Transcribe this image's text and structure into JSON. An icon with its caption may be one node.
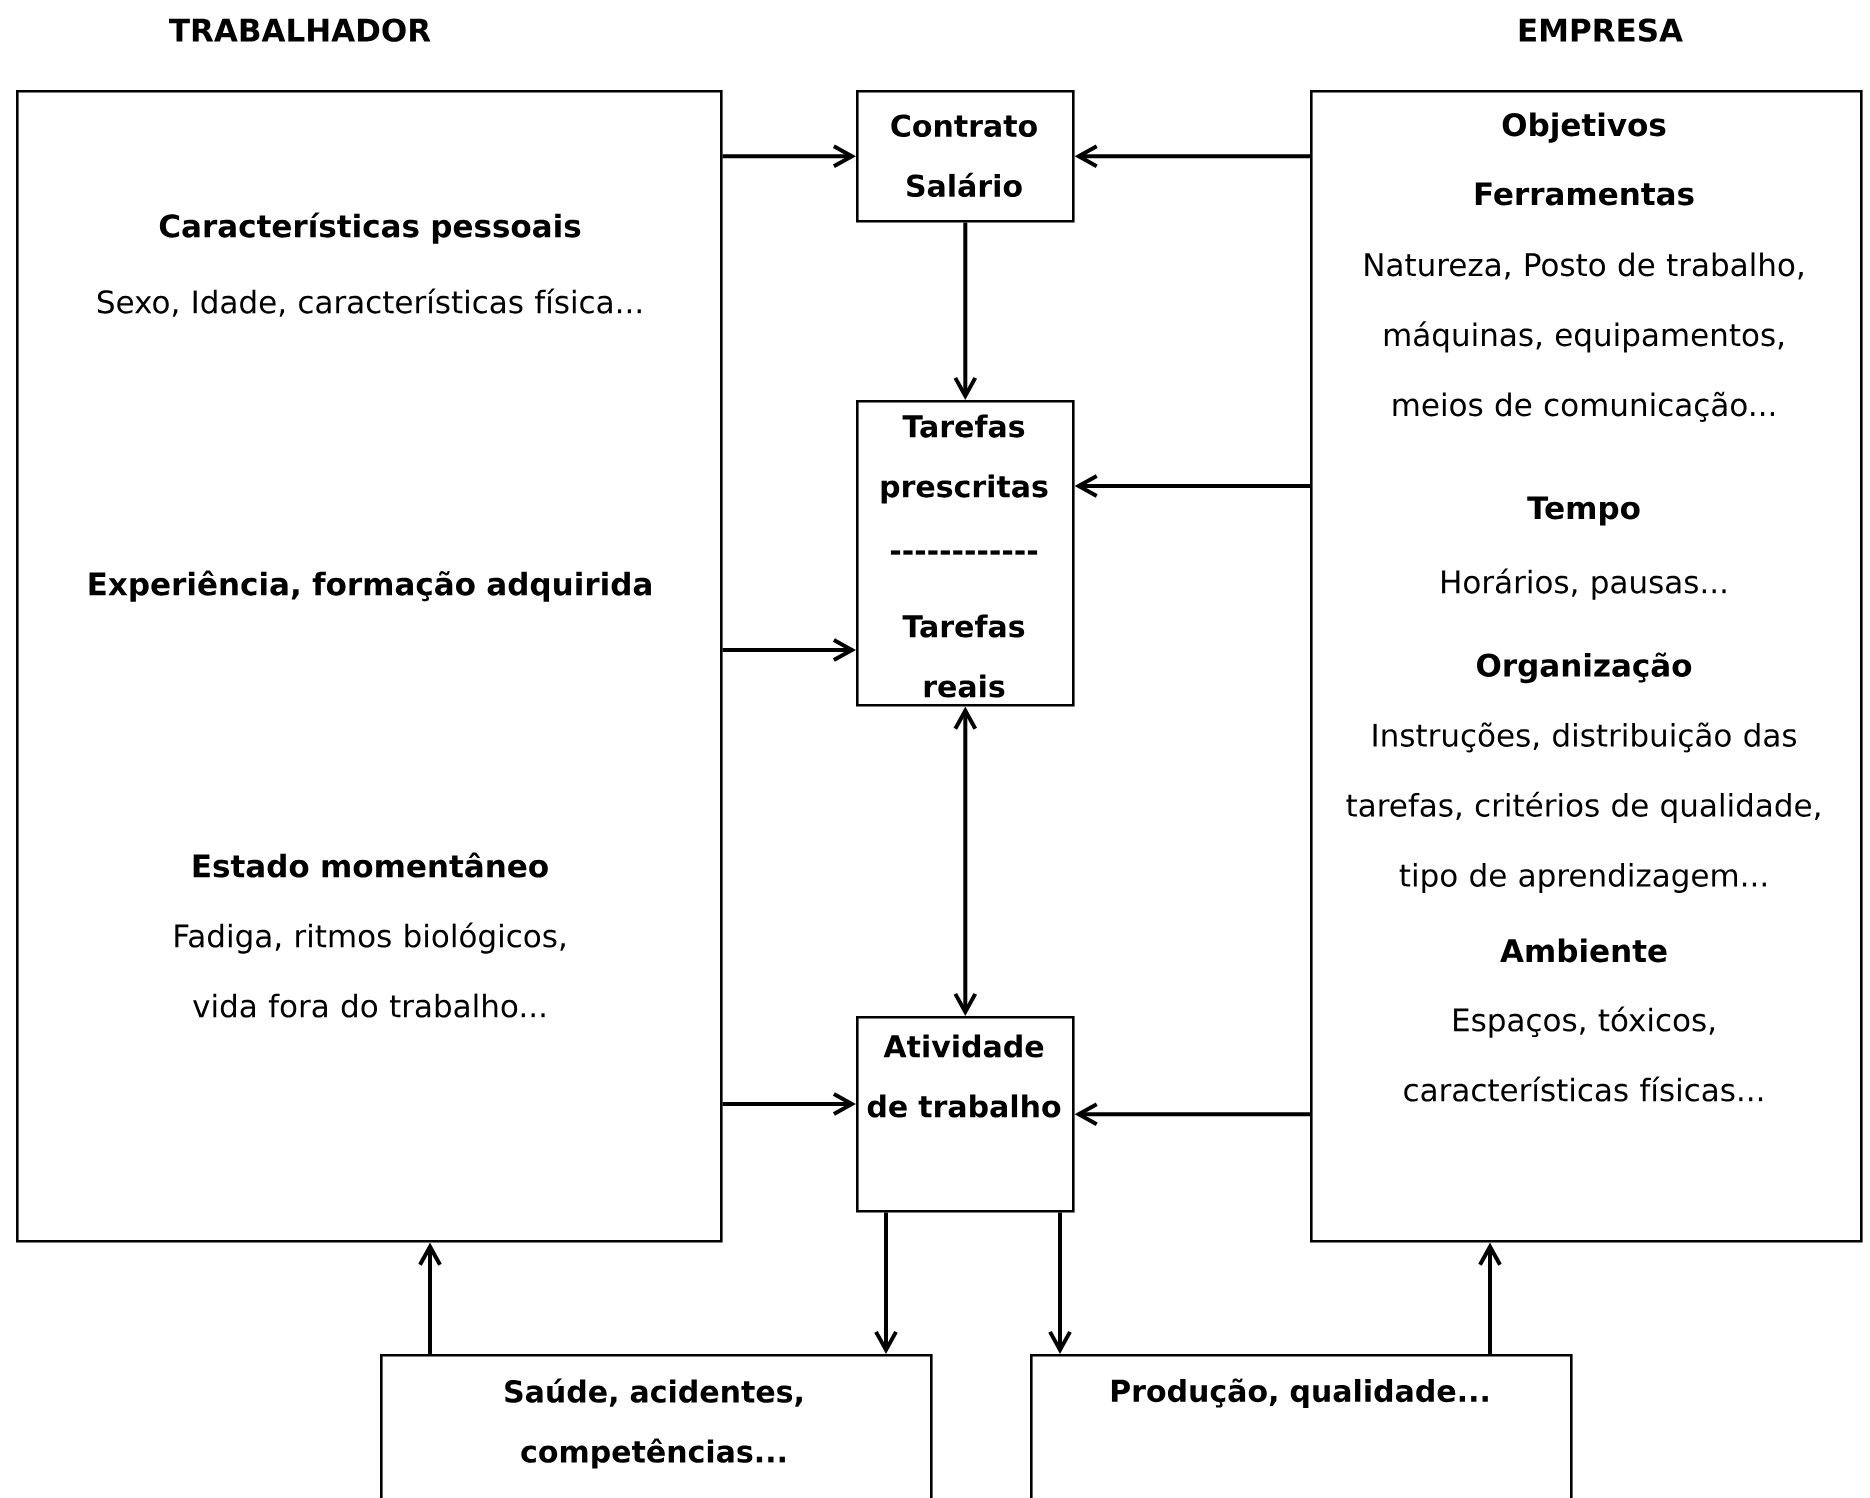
{
  "diagram": {
    "nodes": [
      {
        "text": [
          "TRABALHADOR",
          "Características pessoais",
          "Sexo, Idade, características física...",
          "Experiência, formação adquirida",
          "Estado momentâneo",
          "Fadiga, ritmos biológicos, vida fora do trabalho..."
        ]
      },
      {
        "text": [
          "Contrato Salário"
        ]
      },
      {
        "text": [
          "Tarefas prescritas",
          "------------",
          "Tarefas reais"
        ]
      },
      {
        "text": [
          "Atividade de trabalho"
        ]
      },
      {
        "text": [
          "EMPRESA",
          "Objetivos",
          "Ferramentas",
          "Natureza, Posto de trabalho, máquinas, equipamentos, meios de comunicação...",
          "Tempo",
          "Horários, pausas...",
          "Organização",
          "Instruções, distribuição das tarefas, critérios de qualidade, tipo de aprendizagem...",
          "Ambiente",
          "Espaços, tóxicos, características físicas..."
        ]
      },
      {
        "text": [
          "Saúde, acidentes, competências..."
        ]
      },
      {
        "text": [
          "Produção, qualidade..."
        ]
      }
    ],
    "edges": [
      {
        "from": 0,
        "to": 1,
        "arrow": "to"
      },
      {
        "from": 4,
        "to": 1,
        "arrow": "to"
      },
      {
        "from": 1,
        "to": 2,
        "arrow": "to"
      },
      {
        "from": 0,
        "to": 2,
        "arrow": "to"
      },
      {
        "from": 4,
        "to": 2,
        "arrow": "to"
      },
      {
        "from": 2,
        "to": 3,
        "arrow": "both"
      },
      {
        "from": 0,
        "to": 3,
        "arrow": "to"
      },
      {
        "from": 4,
        "to": 3,
        "arrow": "to"
      },
      {
        "from": 3,
        "to": 5,
        "arrow": "to"
      },
      {
        "from": 3,
        "to": 6,
        "arrow": "to"
      },
      {
        "from": 5,
        "to": 0,
        "arrow": "to"
      },
      {
        "from": 6,
        "to": 4,
        "arrow": "to"
      }
    ]
  }
}
